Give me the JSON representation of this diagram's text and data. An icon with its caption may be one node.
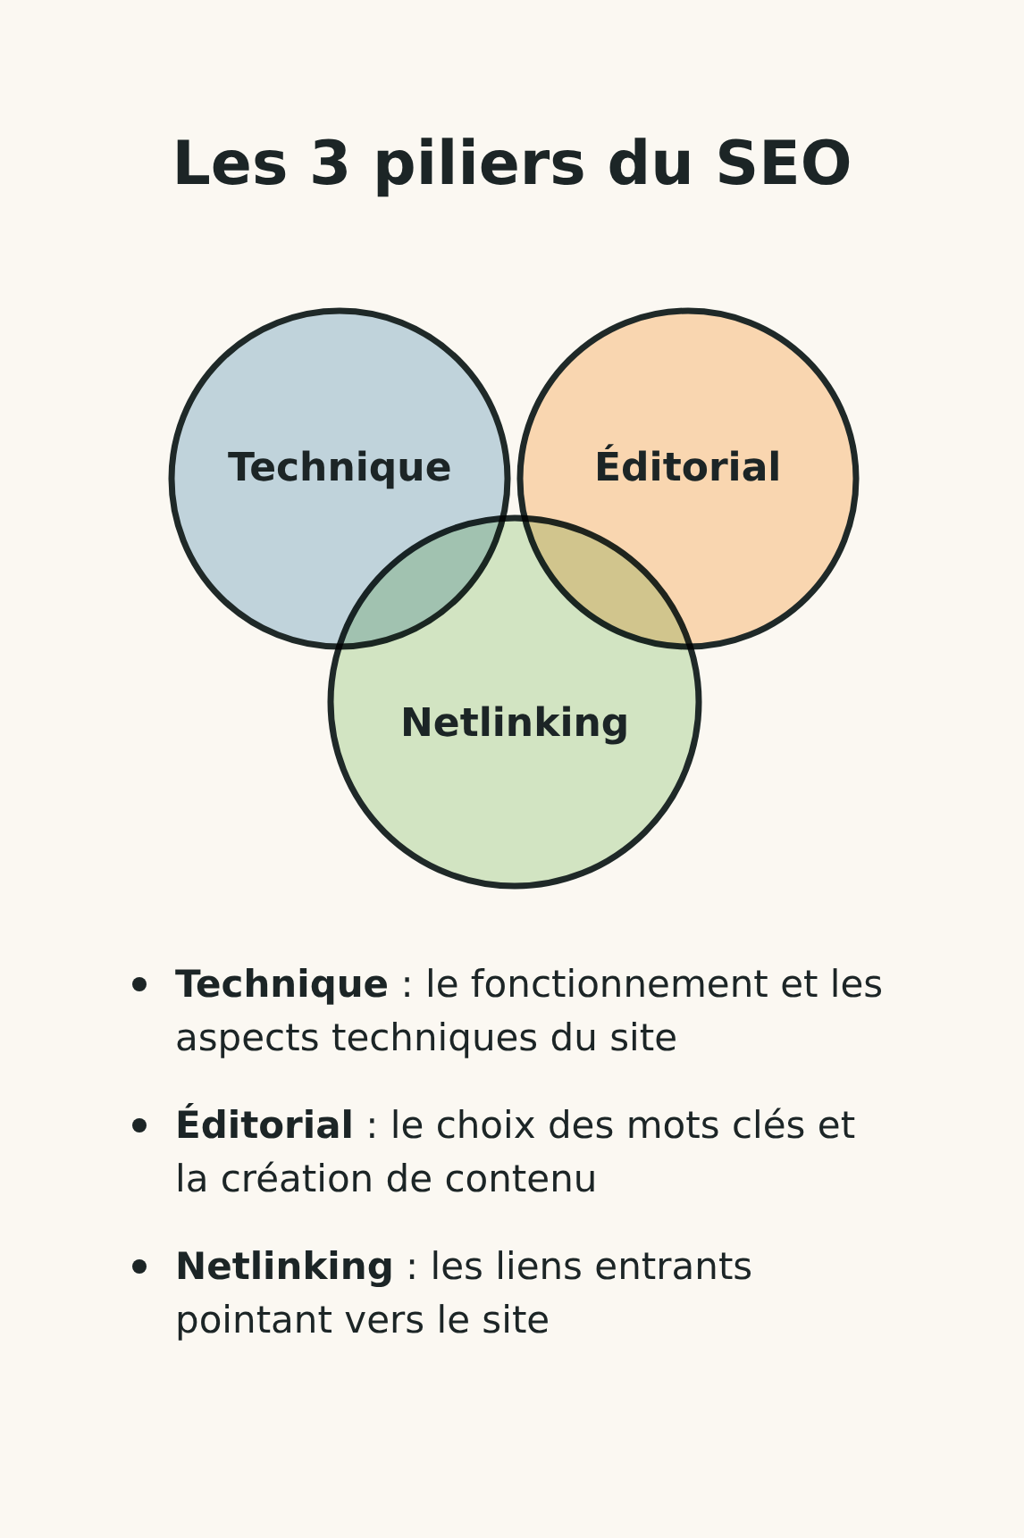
{
  "diagram": {
    "title": "Les 3 piliers du SEO",
    "nodes": [
      {
        "text": [
          "Technique"
        ]
      },
      {
        "text": [
          "Éditorial"
        ]
      },
      {
        "text": [
          "Netlinking"
        ]
      }
    ],
    "labels": [
      "**Technique** : le fonctionnement et les aspects techniques du site",
      "**Éditorial** : le choix des mots clés et la création de contenu",
      "**Netlinking** : les liens entrants pointant vers le site"
    ]
  }
}
